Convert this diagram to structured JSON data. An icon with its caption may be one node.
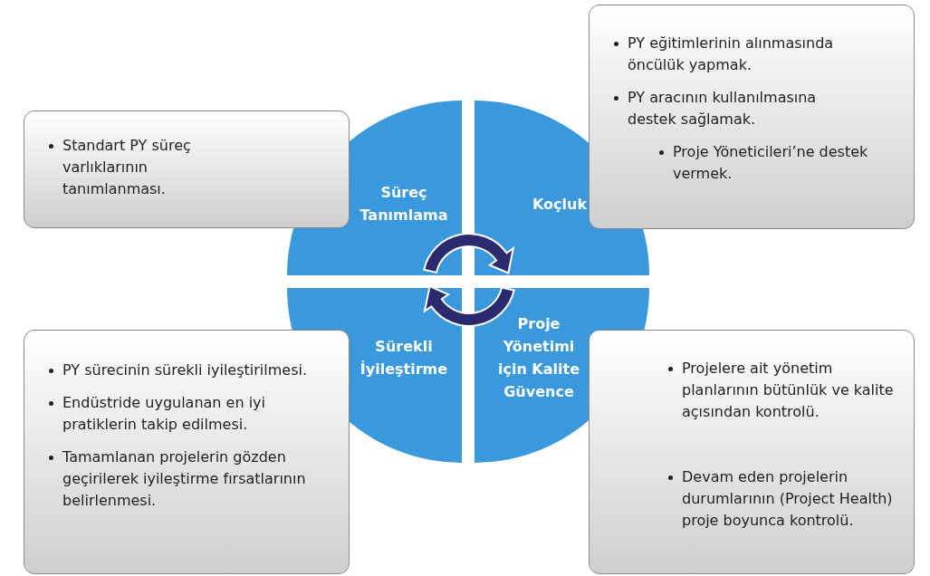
{
  "diagram": {
    "nodes": [
      {
        "text": [
          "Standart PY süreç varlıklarının tanımlanması."
        ]
      },
      {
        "text": [
          "Süreç Tanımlama"
        ]
      },
      {
        "text": [
          "Koçluk"
        ]
      },
      {
        "text": [
          "PY eğitimlerinin alınmasında öncülük yapmak.",
          "PY aracının kullanılmasına destek sağlamak.",
          "Proje Yöneticileri’ne destek vermek."
        ]
      },
      {
        "text": [
          "PY sürecinin sürekli iyileştirilmesi.",
          "Endüstride uygulanan en iyi pratiklerin takip edilmesi.",
          "Tamamlanan projelerin gözden geçirilerek iyileştirme fırsatlarının belirlenmesi."
        ]
      },
      {
        "text": [
          "Sürekli İyileştirme"
        ]
      },
      {
        "text": [
          "Proje Yönetimi için Kalite Güvence"
        ]
      },
      {
        "text": [
          "Projelere ait yönetim planlarının bütünlük ve kalite açısından kontrolü.",
          "Devam eden projelerin durumlarının (Project Health) proje boyunca kontrolü."
        ]
      }
    ]
  }
}
